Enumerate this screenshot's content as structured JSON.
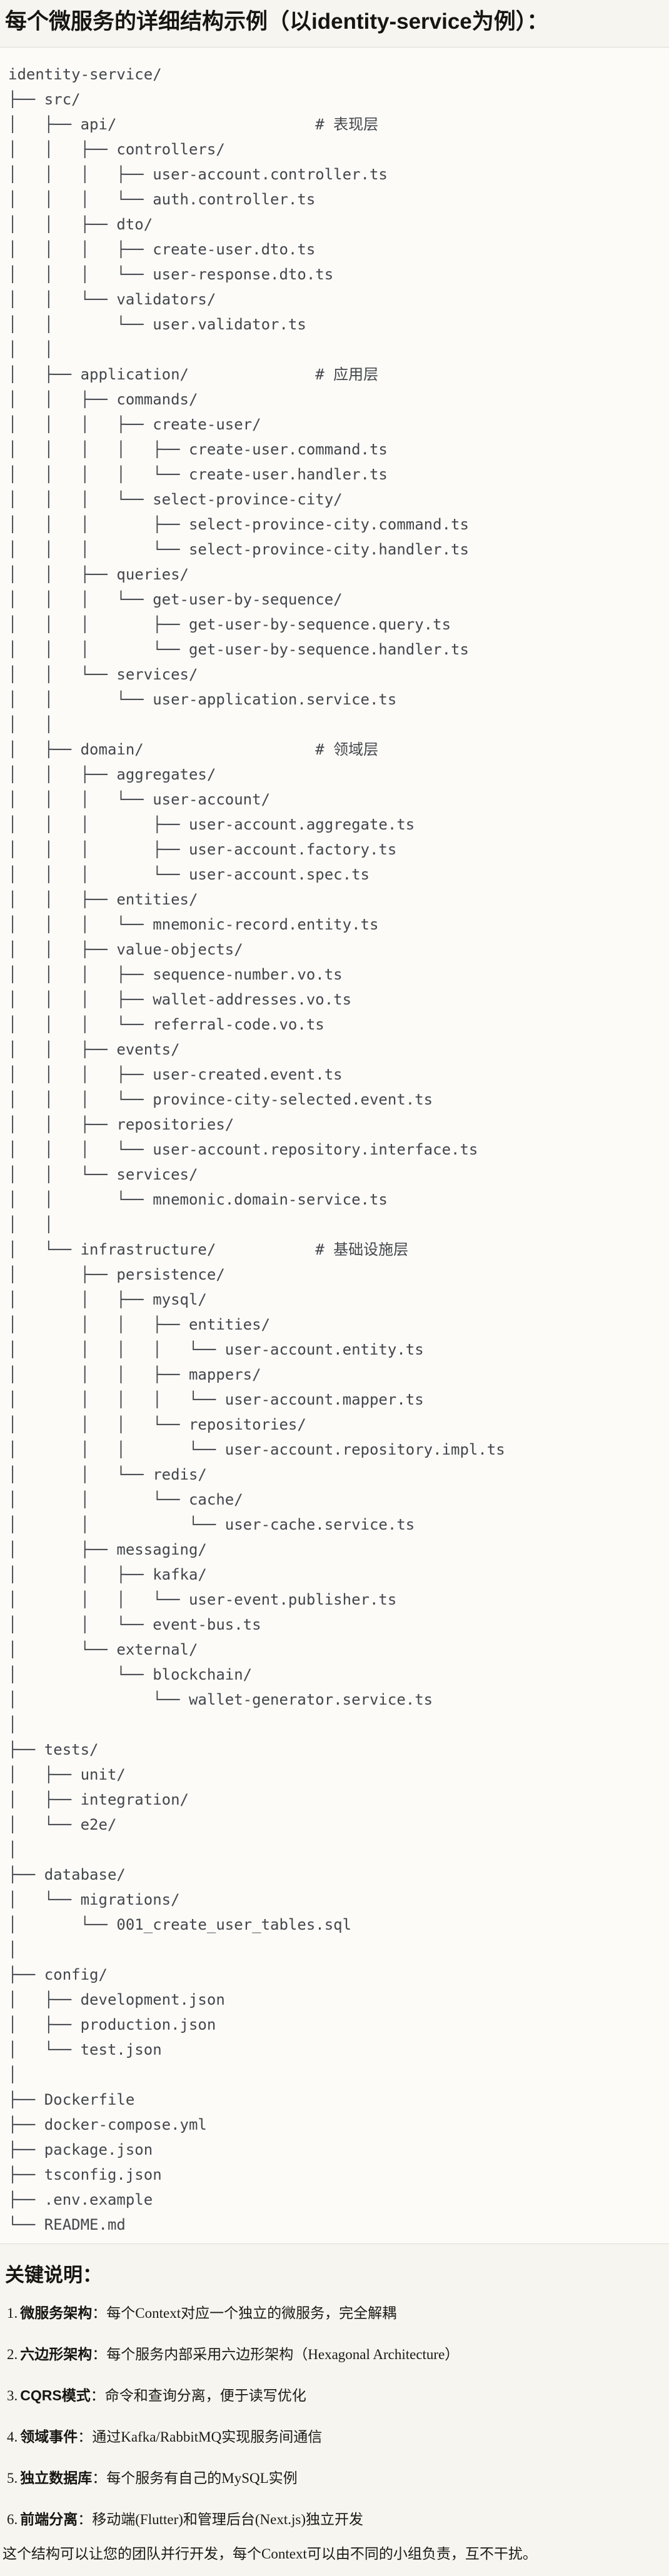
{
  "title": "每个微服务的详细结构示例（以identity-service为例）：",
  "colors": {
    "page_bg": "#f7f5f0",
    "code_bg": "#fcfbf8",
    "code_border": "#dedbd3",
    "tree_text": "#43464b"
  },
  "code_block": {
    "comments": [
      "# 表现层",
      "# 应用层",
      "# 领域层",
      "# 基础设施层"
    ],
    "tree_lines": [
      "identity-service/",
      "├── src/",
      "│   ├── api/                      # 表现层",
      "│   │   ├── controllers/",
      "│   │   │   ├── user-account.controller.ts",
      "│   │   │   └── auth.controller.ts",
      "│   │   ├── dto/",
      "│   │   │   ├── create-user.dto.ts",
      "│   │   │   └── user-response.dto.ts",
      "│   │   └── validators/",
      "│   │       └── user.validator.ts",
      "│   │",
      "│   ├── application/              # 应用层",
      "│   │   ├── commands/",
      "│   │   │   ├── create-user/",
      "│   │   │   │   ├── create-user.command.ts",
      "│   │   │   │   └── create-user.handler.ts",
      "│   │   │   └── select-province-city/",
      "│   │   │       ├── select-province-city.command.ts",
      "│   │   │       └── select-province-city.handler.ts",
      "│   │   ├── queries/",
      "│   │   │   └── get-user-by-sequence/",
      "│   │   │       ├── get-user-by-sequence.query.ts",
      "│   │   │       └── get-user-by-sequence.handler.ts",
      "│   │   └── services/",
      "│   │       └── user-application.service.ts",
      "│   │",
      "│   ├── domain/                   # 领域层",
      "│   │   ├── aggregates/",
      "│   │   │   └── user-account/",
      "│   │   │       ├── user-account.aggregate.ts",
      "│   │   │       ├── user-account.factory.ts",
      "│   │   │       └── user-account.spec.ts",
      "│   │   ├── entities/",
      "│   │   │   └── mnemonic-record.entity.ts",
      "│   │   ├── value-objects/",
      "│   │   │   ├── sequence-number.vo.ts",
      "│   │   │   ├── wallet-addresses.vo.ts",
      "│   │   │   └── referral-code.vo.ts",
      "│   │   ├── events/",
      "│   │   │   ├── user-created.event.ts",
      "│   │   │   └── province-city-selected.event.ts",
      "│   │   ├── repositories/",
      "│   │   │   └── user-account.repository.interface.ts",
      "│   │   └── services/",
      "│   │       └── mnemonic.domain-service.ts",
      "│   │",
      "│   └── infrastructure/           # 基础设施层",
      "│       ├── persistence/",
      "│       │   ├── mysql/",
      "│       │   │   ├── entities/",
      "│       │   │   │   └── user-account.entity.ts",
      "│       │   │   ├── mappers/",
      "│       │   │   │   └── user-account.mapper.ts",
      "│       │   │   └── repositories/",
      "│       │   │       └── user-account.repository.impl.ts",
      "│       │   └── redis/",
      "│       │       └── cache/",
      "│       │           └── user-cache.service.ts",
      "│       ├── messaging/",
      "│       │   ├── kafka/",
      "│       │   │   └── user-event.publisher.ts",
      "│       │   └── event-bus.ts",
      "│       └── external/",
      "│           └── blockchain/",
      "│               └── wallet-generator.service.ts",
      "│",
      "├── tests/",
      "│   ├── unit/",
      "│   ├── integration/",
      "│   └── e2e/",
      "│",
      "├── database/",
      "│   └── migrations/",
      "│       └── 001_create_user_tables.sql",
      "│",
      "├── config/",
      "│   ├── development.json",
      "│   ├── production.json",
      "│   └── test.json",
      "│",
      "├── Dockerfile",
      "├── docker-compose.yml",
      "├── package.json",
      "├── tsconfig.json",
      "├── .env.example",
      "└── README.md"
    ]
  },
  "notes": {
    "heading": "关键说明：",
    "items": [
      {
        "num": "1.",
        "label": "微服务架构",
        "text": "：每个Context对应一个独立的微服务，完全解耦"
      },
      {
        "num": "2.",
        "label": "六边形架构",
        "text": "：每个服务内部采用六边形架构（Hexagonal Architecture）"
      },
      {
        "num": "3.",
        "label": "CQRS模式",
        "text": "：命令和查询分离，便于读写优化"
      },
      {
        "num": "4.",
        "label": "领域事件",
        "text": "：通过Kafka/RabbitMQ实现服务间通信"
      },
      {
        "num": "5.",
        "label": "独立数据库",
        "text": "：每个服务有自己的MySQL实例"
      },
      {
        "num": "6.",
        "label": "前端分离",
        "text": "：移动端(Flutter)和管理后台(Next.js)独立开发"
      }
    ],
    "closing": "这个结构可以让您的团队并行开发，每个Context可以由不同的小组负责，互不干扰。"
  }
}
